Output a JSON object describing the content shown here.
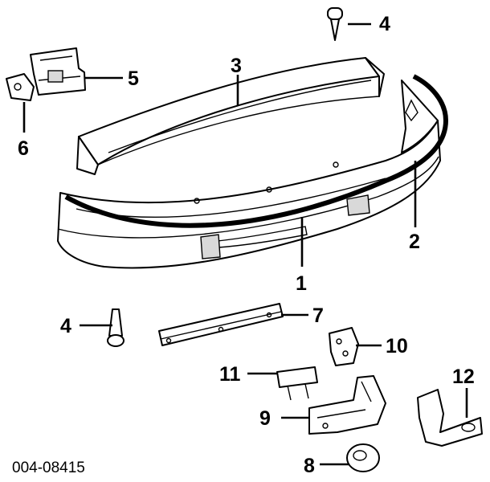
{
  "figure_number": "004-08415",
  "callouts": {
    "c1": "1",
    "c2": "2",
    "c3": "3",
    "c4_top": "4",
    "c4_left": "4",
    "c5": "5",
    "c6": "6",
    "c7": "7",
    "c8": "8",
    "c9": "9",
    "c10": "10",
    "c11": "11",
    "c12": "12"
  }
}
